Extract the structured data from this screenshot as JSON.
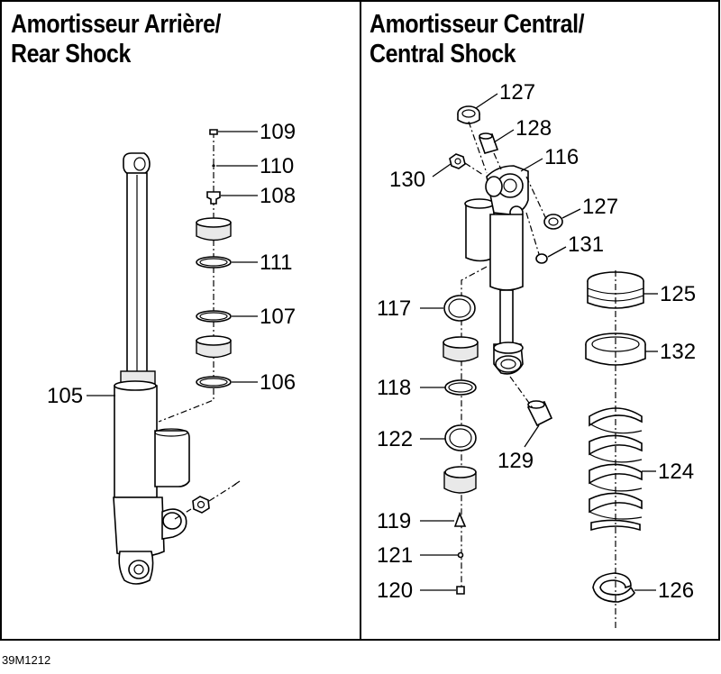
{
  "panels": [
    {
      "title_line1": "Amortisseur Arrière/",
      "title_line2": "Rear Shock"
    },
    {
      "title_line1": "Amortisseur Central/",
      "title_line2": "Central Shock"
    }
  ],
  "callouts_left": [
    "109",
    "110",
    "108",
    "111",
    "107",
    "106",
    "105"
  ],
  "callouts_right": [
    "127",
    "128",
    "116",
    "130",
    "127",
    "131",
    "117",
    "125",
    "132",
    "118",
    "129",
    "122",
    "124",
    "119",
    "121",
    "120",
    "126"
  ],
  "figure_code": "39M1212"
}
